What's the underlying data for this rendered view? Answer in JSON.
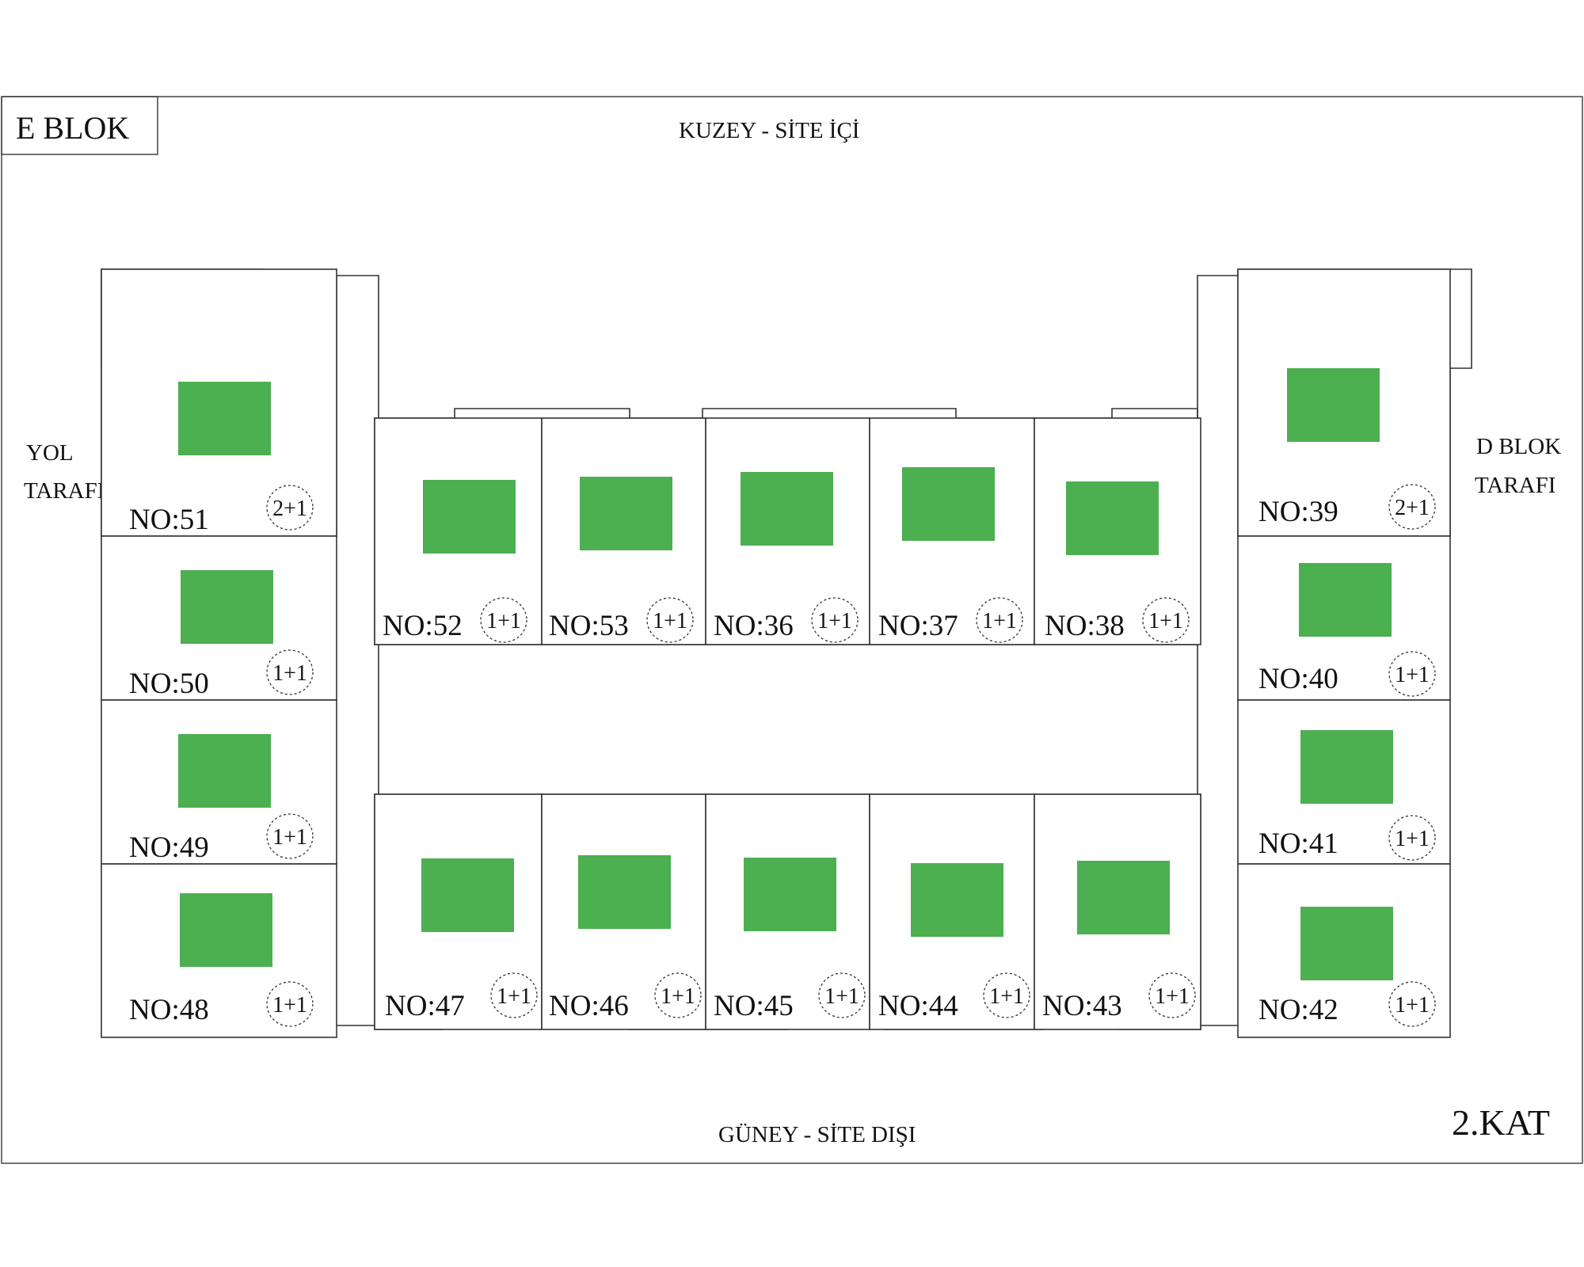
{
  "title": "E BLOK",
  "floor": "2.KAT",
  "north_label": "KUZEY - SİTE İÇİ",
  "south_label": "GÜNEY - SİTE DIŞI",
  "west_label": [
    "YOL",
    "TARAFI"
  ],
  "east_label": [
    "D BLOK",
    "TARAFI"
  ],
  "colors": {
    "room": "#4caf50",
    "line": "#333333"
  },
  "units": [
    {
      "no": "NO:51",
      "type": "2+1"
    },
    {
      "no": "NO:50",
      "type": "1+1"
    },
    {
      "no": "NO:49",
      "type": "1+1"
    },
    {
      "no": "NO:48",
      "type": "1+1"
    },
    {
      "no": "NO:52",
      "type": "1+1"
    },
    {
      "no": "NO:53",
      "type": "1+1"
    },
    {
      "no": "NO:36",
      "type": "1+1"
    },
    {
      "no": "NO:37",
      "type": "1+1"
    },
    {
      "no": "NO:38",
      "type": "1+1"
    },
    {
      "no": "NO:47",
      "type": "1+1"
    },
    {
      "no": "NO:46",
      "type": "1+1"
    },
    {
      "no": "NO:45",
      "type": "1+1"
    },
    {
      "no": "NO:44",
      "type": "1+1"
    },
    {
      "no": "NO:43",
      "type": "1+1"
    },
    {
      "no": "NO:39",
      "type": "2+1"
    },
    {
      "no": "NO:40",
      "type": "1+1"
    },
    {
      "no": "NO:41",
      "type": "1+1"
    },
    {
      "no": "NO:42",
      "type": "1+1"
    }
  ]
}
